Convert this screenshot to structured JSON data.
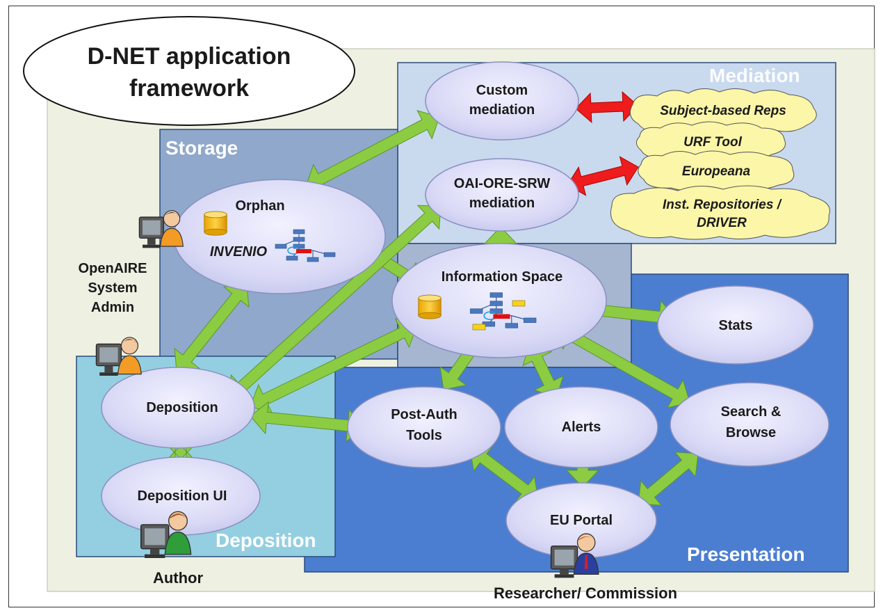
{
  "title": {
    "line1": "D-NET application",
    "line2": "framework"
  },
  "regions": {
    "mediation": "Mediation",
    "storage": "Storage",
    "deposition": "Deposition",
    "presentation": "Presentation"
  },
  "nodes": {
    "custom_mediation": {
      "line1": "Custom",
      "line2": "mediation"
    },
    "oai_mediation": {
      "line1": "OAI-ORE-SRW",
      "line2": "mediation"
    },
    "orphan": {
      "line1": "Orphan",
      "line2": "INVENIO"
    },
    "information_space": "Information Space",
    "stats": "Stats",
    "deposition": "Deposition",
    "deposition_ui": "Deposition UI",
    "post_auth_tools": {
      "line1": "Post-Auth",
      "line2": "Tools"
    },
    "alerts": "Alerts",
    "search_browse": {
      "line1": "Search &",
      "line2": "Browse"
    },
    "eu_portal": "EU Portal"
  },
  "clouds": [
    "Subject-based Reps",
    "URF Tool",
    "Europeana",
    "Inst. Repositories /",
    "DRIVER"
  ],
  "actors": {
    "admin": {
      "line1": "OpenAIRE",
      "line2": "System",
      "line3": "Admin"
    },
    "author": "Author",
    "researcher": "Researcher/ Commission"
  },
  "colors": {
    "outer_bg": "#eef0e2",
    "mediation_bg": "#c9d9ee",
    "storage_bg": "#8fa8cb",
    "info_bg": "#a6b6d0",
    "deposition_bg": "#93cfe0",
    "presentation_bg": "#4b7ed0",
    "node_fill": "#dcdcf5",
    "arrow_green": "#8ccc42",
    "arrow_red": "#ee1c1c",
    "cloud_fill": "#fbf6a8"
  }
}
